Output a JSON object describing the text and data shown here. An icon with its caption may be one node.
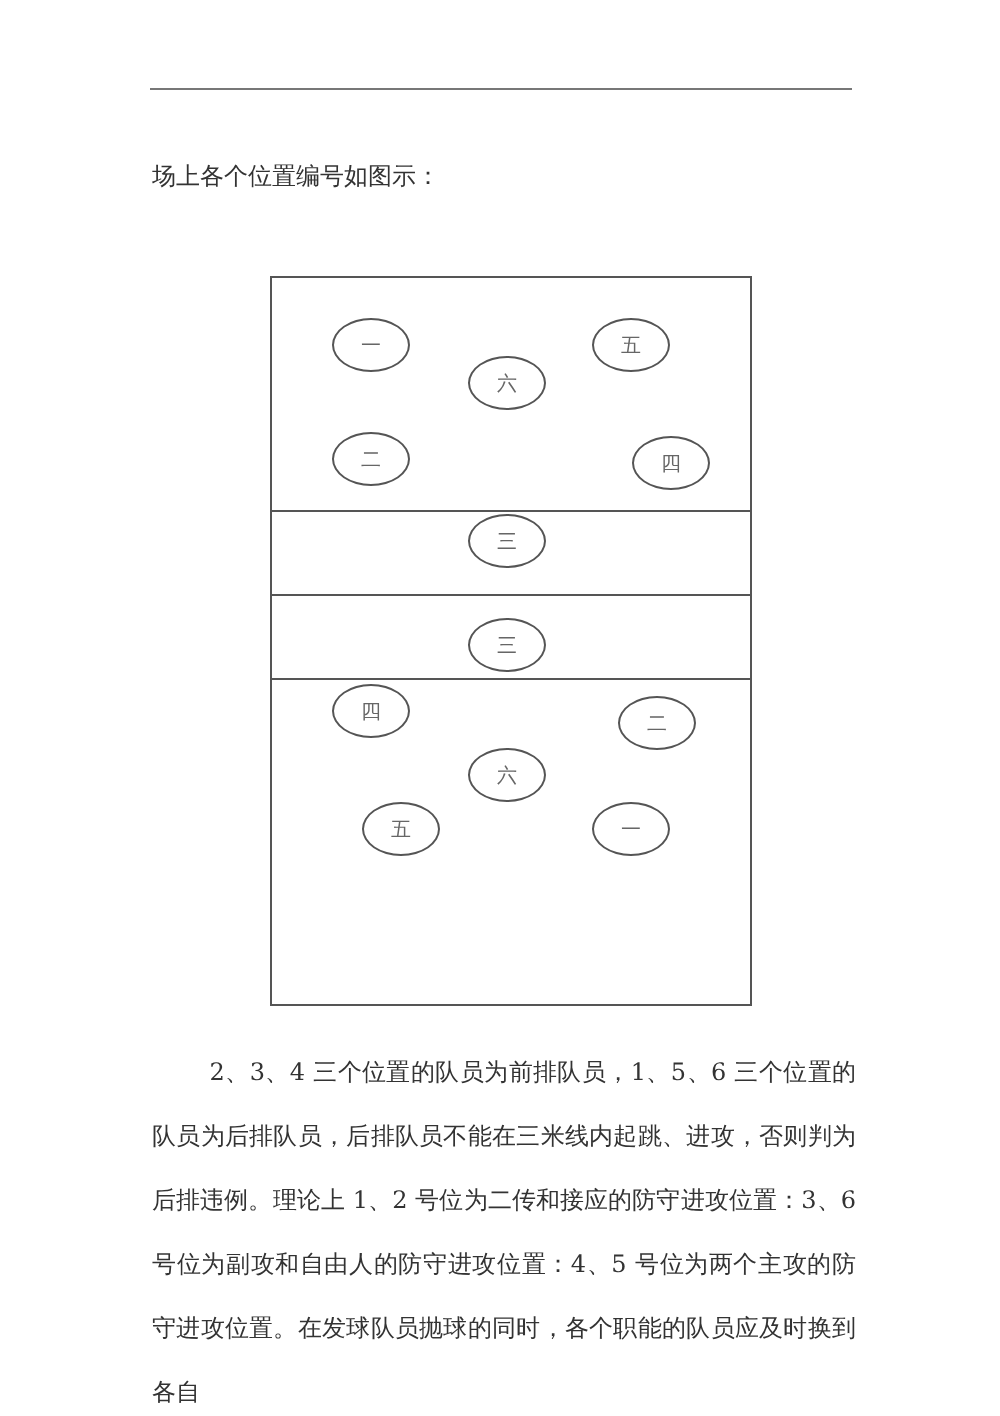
{
  "diagram": {
    "nodes": [
      {
        "text": [],
        "shape": "box"
      },
      {
        "text": [
          "一"
        ],
        "in": 0
      },
      {
        "text": [
          "五"
        ],
        "in": 0
      },
      {
        "text": [
          "六"
        ],
        "in": 0
      },
      {
        "text": [
          "二"
        ],
        "in": 0
      },
      {
        "text": [
          "四"
        ],
        "in": 0
      },
      {
        "text": [],
        "shape": "box"
      },
      {
        "text": [
          "三"
        ],
        "in": 6
      },
      {
        "text": [],
        "shape": "box"
      },
      {
        "text": [
          "三"
        ],
        "in": 8
      },
      {
        "text": [],
        "shape": "box"
      },
      {
        "text": [
          "四"
        ],
        "in": 10
      },
      {
        "text": [
          "二"
        ],
        "in": 10
      },
      {
        "text": [
          "六"
        ],
        "in": 10
      },
      {
        "text": [
          "五"
        ],
        "in": 10
      },
      {
        "text": [
          "一"
        ],
        "in": 10
      }
    ],
    "labels": [
      "场上各个位置编号如图示：",
      "2、3、4 三个位置的队员为前排队员，1、5、6 三个位置的队员为后排队员，后排队员不能在三米线内起跳、进攻，否则判为后排违例。理论上 1、2 号位为二传和接应的防守进攻位置：3、6 号位为副攻和自由人的防守进攻位置：4、5 号位为两个主攻的防守进攻位置。在发球队员抛球的同时，各个职能的队员应及时换到各自"
    ]
  }
}
